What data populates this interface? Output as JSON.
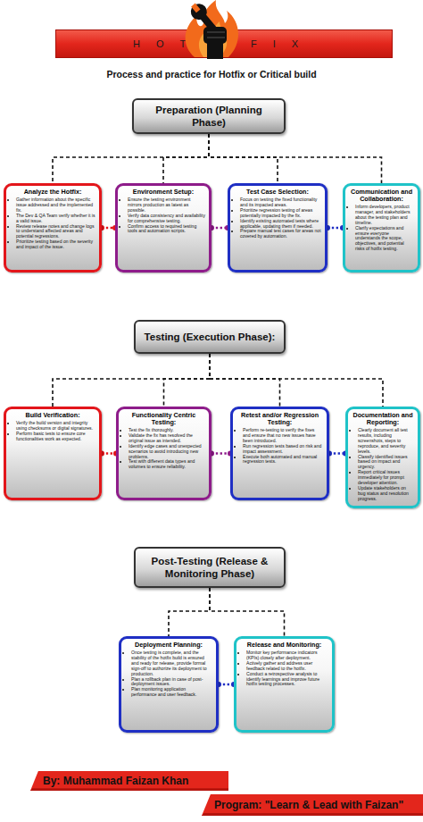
{
  "diagram": {
    "title": "Process and practice for Hotfix or Critical build",
    "nodes": [
      {
        "text": [
          "HOT",
          "FIX"
        ]
      },
      {
        "text": [
          "Preparation (Planning Phase)"
        ]
      },
      {
        "text": [
          "Analyze the Hotfix:",
          "Gather information about the specific issue addressed and the implemented fix.",
          "The Dev & QA Team verify whether it is a valid issue.",
          "Review release notes and change logs to understand affected areas and potential regressions.",
          "Prioritize testing based on the severity and impact of the issue."
        ]
      },
      {
        "text": [
          "Environment Setup:",
          "Ensure the testing environment mirrors production as latest as possible.",
          "Verify data consistency and availability for comprehensive testing.",
          "Confirm access to required testing tools and automation scripts."
        ]
      },
      {
        "text": [
          "Test Case Selection:",
          "Focus on testing the fixed functionality and its impacted areas.",
          "Prioritize regression testing of areas potentially impacted by the fix.",
          "Identify existing automated tests where applicable, updating them if needed.",
          "Prepare manual test cases for areas not covered by automation."
        ]
      },
      {
        "text": [
          "Communication and Collaboration:",
          "Inform developers, product manager, and stakeholders about the testing plan and timeline.",
          "Clarify expectations and ensure everyone understands the scope, objectives, and potential risks of hotfix testing."
        ]
      },
      {
        "text": [
          "Testing (Execution Phase):"
        ]
      },
      {
        "text": [
          "Build Verification:",
          "Verify the build version and integrity using checksums or digital signatures.",
          "Perform basic tests to ensure core functionalities work as expected."
        ]
      },
      {
        "text": [
          "Functionality Centric Testing:",
          "Test the fix thoroughly.",
          "Validate the fix has resolved the original issue as intended.",
          "Identify edge cases and unexpected scenarios to avoid introducing new problems.",
          "Test with different data types and volumes to ensure reliability."
        ]
      },
      {
        "text": [
          "Retest and/or Regression Testing:",
          "Perform re-testing to verify the fixes and ensure that no new issues have been introduced.",
          "Run regression tests based on risk and impact assessment.",
          "Execute both automated and manual regression tests."
        ]
      },
      {
        "text": [
          "Documentation and Reporting:",
          "Clearly document all test results, including screenshots, steps to reproduce, and severity levels.",
          "Classify identified issues based on impact and urgency.",
          "Report critical issues immediately for prompt developer attention.",
          "Update stakeholders on bug status and resolution progress."
        ]
      },
      {
        "text": [
          "Post-Testing (Release & Monitoring Phase)"
        ]
      },
      {
        "text": [
          "Deployment Planning:",
          "Once testing is complete, and the stability of the hotfix build is ensured and ready for release, provide formal sign-off to authorize its deployment to production.",
          "Plan a rollback plan in case of post-deployment issues.",
          "Plan monitoring application performance and user feedback."
        ]
      },
      {
        "text": [
          "Release and Monitoring:",
          "Monitor key performance indicators (KPIs) closely after deployment.",
          "Actively gather and address user feedback related to the hotfix.",
          "Conduct a retrospective analysis to identify learnings and improve future hotfix testing processes."
        ]
      },
      {
        "text": [
          "By: Muhammad Faizan Khan"
        ]
      },
      {
        "text": [
          "Program: \"Learn & Lead with Faizan\""
        ]
      }
    ],
    "edges": [
      {
        "from": 1,
        "to": 2,
        "arrow": "none"
      },
      {
        "from": 1,
        "to": 3,
        "arrow": "none"
      },
      {
        "from": 1,
        "to": 4,
        "arrow": "none"
      },
      {
        "from": 1,
        "to": 5,
        "arrow": "none"
      },
      {
        "from": 2,
        "to": 3,
        "arrow": "none"
      },
      {
        "from": 3,
        "to": 4,
        "arrow": "none"
      },
      {
        "from": 4,
        "to": 5,
        "arrow": "none"
      },
      {
        "from": 6,
        "to": 7,
        "arrow": "none"
      },
      {
        "from": 6,
        "to": 8,
        "arrow": "none"
      },
      {
        "from": 6,
        "to": 9,
        "arrow": "none"
      },
      {
        "from": 6,
        "to": 10,
        "arrow": "none"
      },
      {
        "from": 7,
        "to": 8,
        "arrow": "none"
      },
      {
        "from": 8,
        "to": 9,
        "arrow": "none"
      },
      {
        "from": 9,
        "to": 10,
        "arrow": "none"
      },
      {
        "from": 11,
        "to": 12,
        "arrow": "none"
      },
      {
        "from": 11,
        "to": 13,
        "arrow": "none"
      },
      {
        "from": 12,
        "to": 13,
        "arrow": "none"
      }
    ]
  }
}
